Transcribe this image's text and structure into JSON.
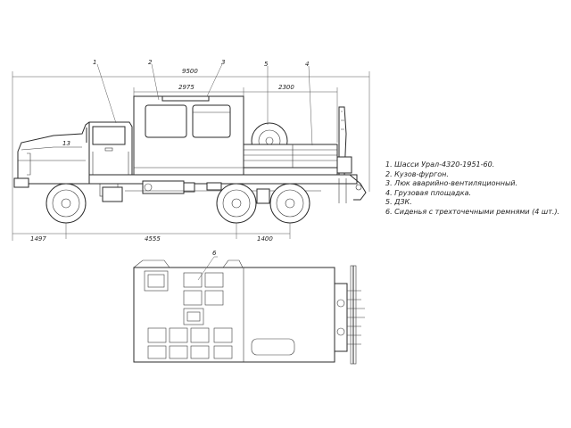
{
  "dimensions": {
    "overall_length": "9500",
    "body_van": "2975",
    "platform": "2300",
    "front_overhang": "1497",
    "wheelbase": "4555",
    "bogie": "1400"
  },
  "callouts": {
    "c1": "1",
    "c2": "2",
    "c3": "3",
    "c4": "4",
    "c5": "5",
    "c6": "6",
    "hood_number": "13"
  },
  "legend": [
    "1. Шасси Урал-4320-1951-60.",
    "2. Кузов-фургон.",
    "3. Люк аварийно-вентиляционный.",
    "4. Грузовая площадка.",
    "5. ДЗК.",
    "6. Сиденья с трехточечными ремнями (4 шт.)."
  ]
}
